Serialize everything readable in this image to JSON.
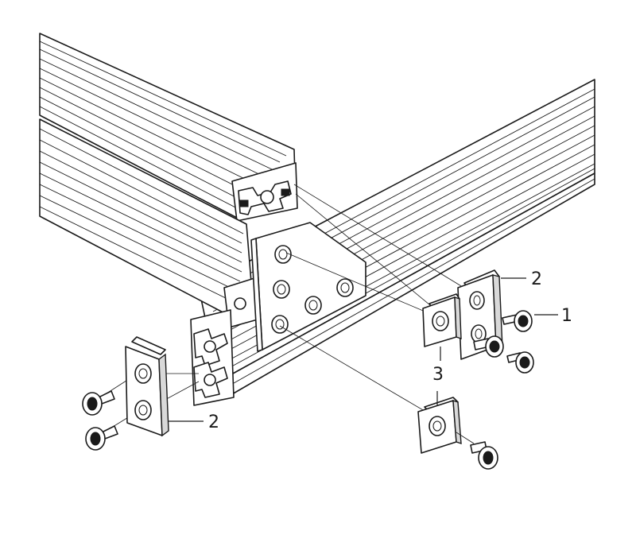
{
  "labels": {
    "part_1": "1",
    "part_2_right": "2",
    "part_2_left": "2",
    "part_3": "3"
  }
}
